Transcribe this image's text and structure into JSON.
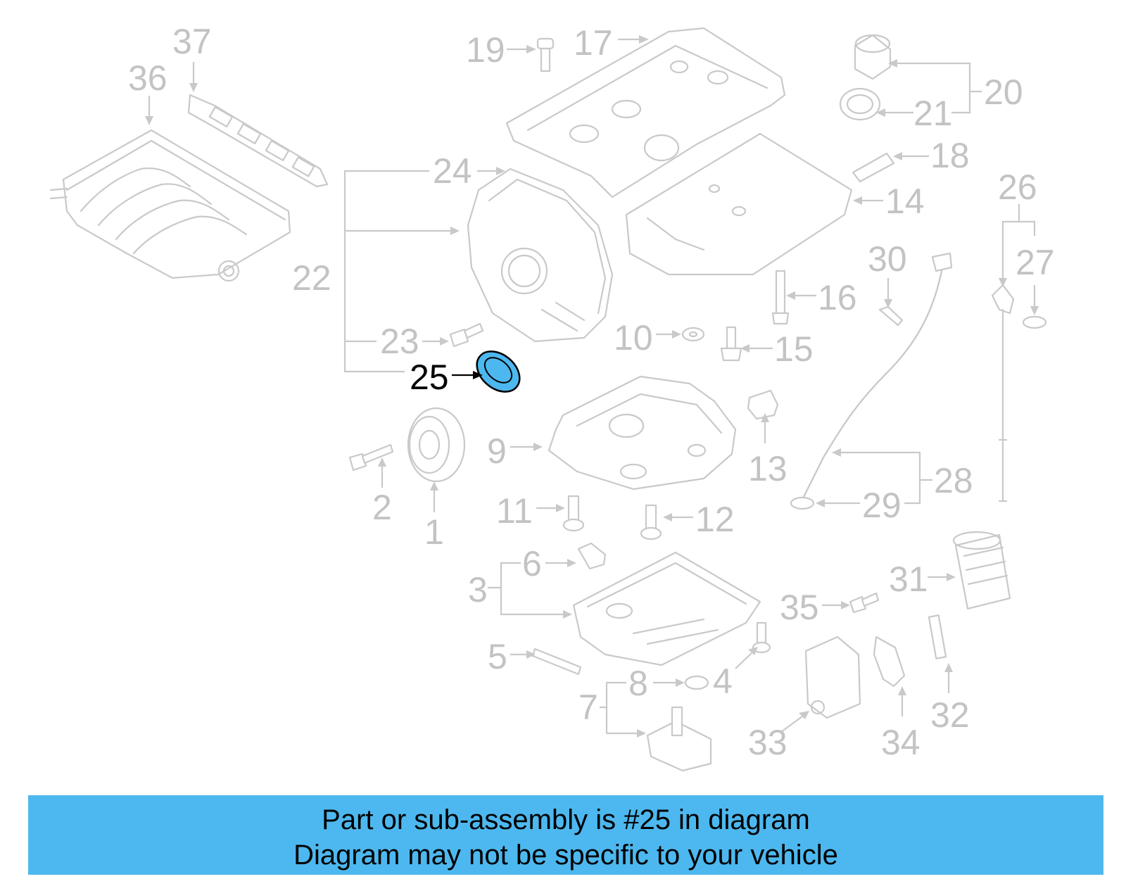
{
  "diagram": {
    "highlighted_callout": "25",
    "highlight_color": "#4db8ef",
    "callouts": [
      {
        "id": "1",
        "label": "1"
      },
      {
        "id": "2",
        "label": "2"
      },
      {
        "id": "3",
        "label": "3"
      },
      {
        "id": "4",
        "label": "4"
      },
      {
        "id": "5",
        "label": "5"
      },
      {
        "id": "6",
        "label": "6"
      },
      {
        "id": "7",
        "label": "7"
      },
      {
        "id": "8",
        "label": "8"
      },
      {
        "id": "9",
        "label": "9"
      },
      {
        "id": "10",
        "label": "10"
      },
      {
        "id": "11",
        "label": "11"
      },
      {
        "id": "12",
        "label": "12"
      },
      {
        "id": "13",
        "label": "13"
      },
      {
        "id": "14",
        "label": "14"
      },
      {
        "id": "15",
        "label": "15"
      },
      {
        "id": "16",
        "label": "16"
      },
      {
        "id": "17",
        "label": "17"
      },
      {
        "id": "18",
        "label": "18"
      },
      {
        "id": "19",
        "label": "19"
      },
      {
        "id": "20",
        "label": "20"
      },
      {
        "id": "21",
        "label": "21"
      },
      {
        "id": "22",
        "label": "22"
      },
      {
        "id": "23",
        "label": "23"
      },
      {
        "id": "24",
        "label": "24"
      },
      {
        "id": "25",
        "label": "25"
      },
      {
        "id": "26",
        "label": "26"
      },
      {
        "id": "27",
        "label": "27"
      },
      {
        "id": "28",
        "label": "28"
      },
      {
        "id": "29",
        "label": "29"
      },
      {
        "id": "30",
        "label": "30"
      },
      {
        "id": "31",
        "label": "31"
      },
      {
        "id": "32",
        "label": "32"
      },
      {
        "id": "33",
        "label": "33"
      },
      {
        "id": "34",
        "label": "34"
      },
      {
        "id": "35",
        "label": "35"
      },
      {
        "id": "36",
        "label": "36"
      },
      {
        "id": "37",
        "label": "37"
      }
    ]
  },
  "banner": {
    "line1": "Part or sub-assembly is #25 in diagram",
    "line2": "Diagram may not be specific to your vehicle",
    "background": "#4db8ef"
  }
}
